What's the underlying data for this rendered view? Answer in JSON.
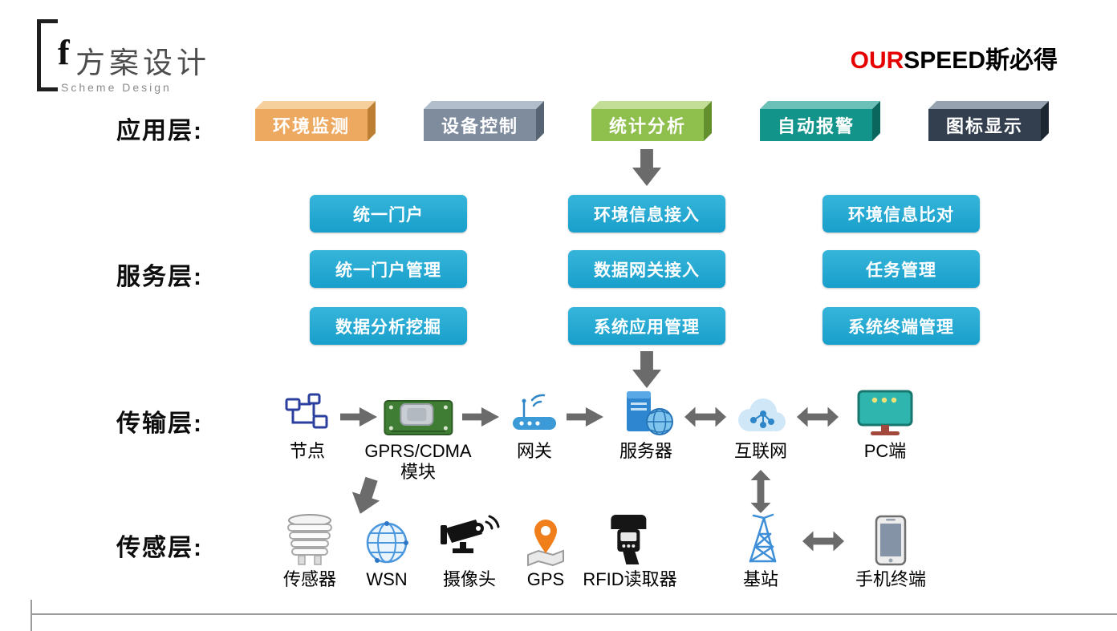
{
  "colors": {
    "accent_cyan": "#1EA8D2",
    "arrow_gray": "#6B6B6B",
    "brand_red": "#E60000"
  },
  "header": {
    "logo_mark": "f",
    "title": "方案设计",
    "subtitle": "Scheme Design",
    "brand_our": "OUR",
    "brand_speed": "SPEED",
    "brand_cn": "斯必得"
  },
  "application_layer": {
    "label": "应用层:",
    "boxes": [
      {
        "label": "环境监测",
        "front_color": "#ECA95F",
        "top_color": "#F5CF9C",
        "side_color": "#BC7F33"
      },
      {
        "label": "设备控制",
        "front_color": "#7E8C9E",
        "top_color": "#B2BECB",
        "side_color": "#566474"
      },
      {
        "label": "统计分析",
        "front_color": "#8FBF4D",
        "top_color": "#C3DF97",
        "side_color": "#648F2D"
      },
      {
        "label": "自动报警",
        "front_color": "#12948A",
        "top_color": "#6BC1B8",
        "side_color": "#0B665E"
      },
      {
        "label": "图标显示",
        "front_color": "#333F4E",
        "top_color": "#96A2B0",
        "side_color": "#1D2732"
      }
    ]
  },
  "service_layer": {
    "label": "服务层:",
    "button_color": "#1EA8D2",
    "columns": [
      [
        "统一门户",
        "统一门户管理",
        "数据分析挖掘"
      ],
      [
        "环境信息接入",
        "数据网关接入",
        "系统应用管理"
      ],
      [
        "环境信息比对",
        "任务管理",
        "系统终端管理"
      ]
    ]
  },
  "transmission_layer": {
    "label": "传输层:",
    "nodes": [
      {
        "label": "节点"
      },
      {
        "label": "GPRS/CDMA",
        "label2": "模块"
      },
      {
        "label": "网关"
      },
      {
        "label": "服务器"
      },
      {
        "label": "互联网"
      },
      {
        "label": "PC端"
      }
    ]
  },
  "sensor_layer": {
    "label": "传感层:",
    "nodes": [
      {
        "label": "传感器"
      },
      {
        "label": "WSN"
      },
      {
        "label": "摄像头"
      },
      {
        "label": "GPS"
      },
      {
        "label": "RFID读取器"
      },
      {
        "label": "基站"
      },
      {
        "label": "手机终端"
      }
    ]
  }
}
